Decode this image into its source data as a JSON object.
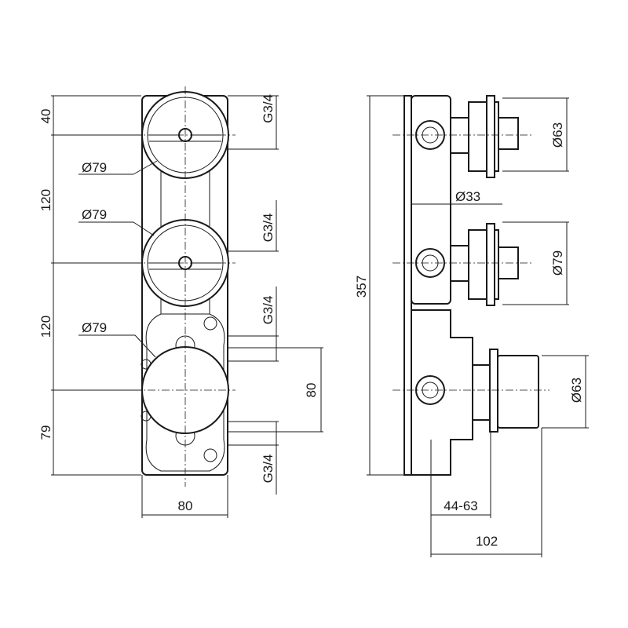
{
  "front_view": {
    "dims_vertical": [
      "40",
      "120",
      "120",
      "79"
    ],
    "diameters": [
      "Ø79",
      "Ø79",
      "Ø79"
    ],
    "threads": [
      "G3/4",
      "G3/4",
      "G3/4",
      "G3/4"
    ],
    "width": "80",
    "outlet_spacing": "80"
  },
  "side_view": {
    "height": "357",
    "diameters": [
      "Ø63",
      "Ø33",
      "Ø79",
      "Ø63"
    ],
    "depth_range": "44-63",
    "depth_total": "102"
  }
}
